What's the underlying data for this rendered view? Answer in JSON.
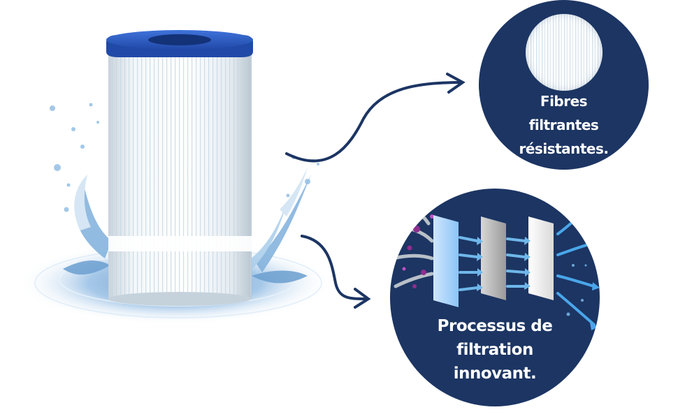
{
  "callouts": {
    "fibers": {
      "lines": [
        "Fibres",
        "filtrantes",
        "résistantes."
      ]
    },
    "process": {
      "lines": [
        "Processus de",
        "filtration",
        "innovant."
      ]
    }
  },
  "colors": {
    "navy": "#1c3563",
    "filter_cap": "#2a5bc7",
    "arrow_blue": "#3d9ad8",
    "water": "#8cbde4"
  },
  "icons": {
    "product": "pool-filter-cartridge",
    "splash": "water-splash",
    "connector": "curved-arrow"
  }
}
